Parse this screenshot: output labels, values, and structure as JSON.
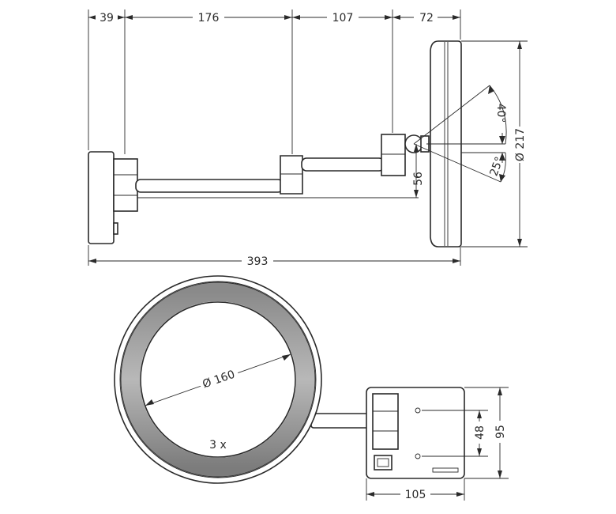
{
  "drawing": {
    "side_view": {
      "dims": {
        "d39": "39",
        "d176": "176",
        "d107": "107",
        "d72": "72",
        "d393": "393",
        "d56": "56",
        "d217": "Ø 217",
        "a40": "40°",
        "a25": "25°"
      }
    },
    "front_view": {
      "dims": {
        "d160": "Ø 160",
        "magnification": "3 x",
        "d48": "48",
        "d95": "95",
        "d105": "105"
      }
    }
  }
}
